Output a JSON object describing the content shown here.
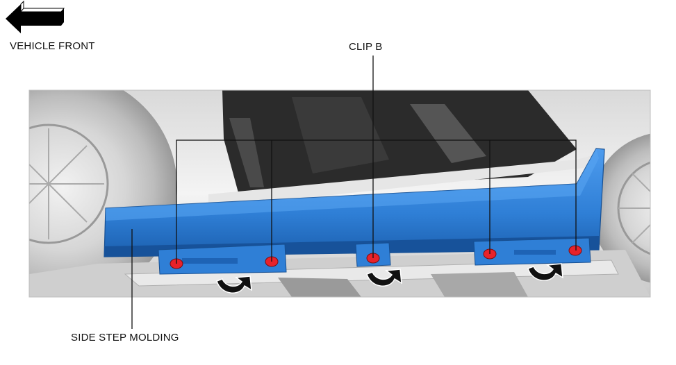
{
  "labels": {
    "vehicle_front": "VEHICLE FRONT",
    "clip": "CLIP B",
    "molding": "SIDE STEP MOLDING"
  },
  "colors": {
    "molding": "#2f7fd6",
    "molding_dark": "#1e63b5",
    "clip": "#e8222a",
    "background": "#ececec"
  },
  "icons": [
    "front-arrow-icon",
    "removal-arrow-icon"
  ]
}
